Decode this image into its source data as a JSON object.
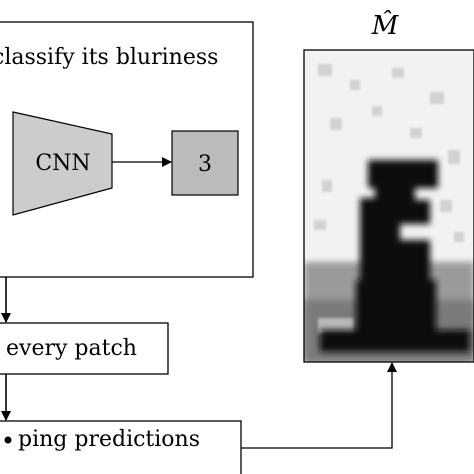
{
  "classifier_box": {
    "caption": "classify its bluriness",
    "model_label": "CNN",
    "output_label": "3"
  },
  "patch_box": {
    "label": "every patch"
  },
  "merge_box": {
    "label": "ping predictions"
  },
  "map_panel": {
    "title": "M̂"
  },
  "colors": {
    "stroke": "#000000",
    "cnn_fill": "#cccccc",
    "output_fill": "#bbbbbb",
    "background": "#ffffff"
  }
}
